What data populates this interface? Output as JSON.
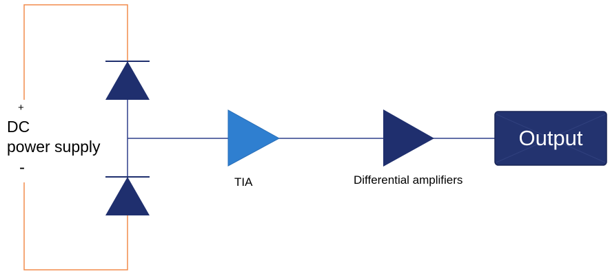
{
  "labels": {
    "plus": "+",
    "dc": "DC",
    "power_supply": "power supply",
    "minus": "-",
    "tia": "TIA",
    "differential": "Differential amplifiers",
    "output": "Output"
  },
  "colors": {
    "wire_power": "#f28c4b",
    "wire_signal": "#2f3f8a",
    "diode": "#1f2f6e",
    "tia": "#2f7fd0",
    "amplifier": "#1f2f6e",
    "output_box": "#23336f"
  }
}
